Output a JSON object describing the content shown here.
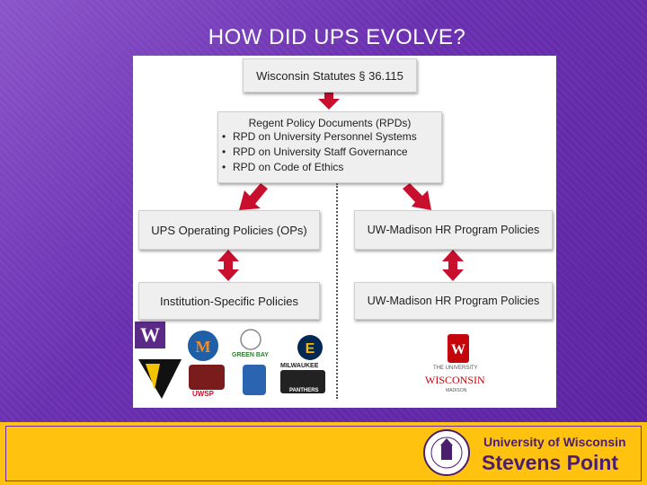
{
  "slide": {
    "title": "HOW DID UPS EVOLVE?"
  },
  "diagram": {
    "top_box": "Wisconsin Statutes § 36.115",
    "rpd_box": {
      "header": "Regent Policy Documents (RPDs)",
      "items": [
        "RPD on University Personnel Systems",
        "RPD on University Staff Governance",
        "RPD on Code of Ethics"
      ]
    },
    "left_mid": "UPS Operating Policies (OPs)",
    "right_mid": "UW-Madison HR Program Policies",
    "left_bottom": "Institution-Specific Policies",
    "right_bottom": "UW-Madison HR Program Policies",
    "logos": {
      "stevens": "GREEN BAY",
      "milw1": "MILWAUKEE",
      "milw2": "PANTHERS",
      "uwm": "UWSP",
      "madison1": "THE UNIVERSITY",
      "madison2": "WISCONSIN",
      "madison3": "MADISON"
    },
    "colors": {
      "arrow": "#c8102e",
      "background": "#6a2fb0",
      "footer": "#ffc20e"
    }
  },
  "footer": {
    "line1": "University of Wisconsin",
    "line2": "Stevens Point"
  }
}
